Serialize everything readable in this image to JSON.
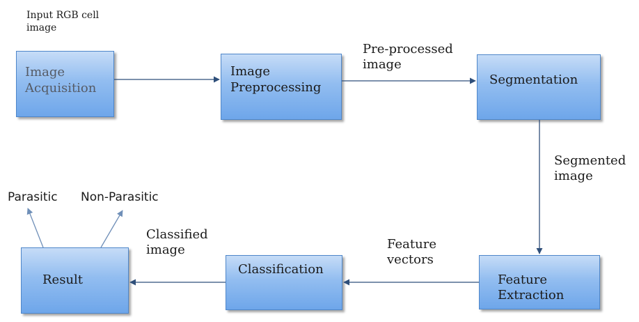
{
  "input_label": "Input RGB cell image",
  "nodes": {
    "image_acquisition": {
      "line1": "Image",
      "line2": "Acquisition"
    },
    "image_preprocessing": {
      "line1": "Image",
      "line2": "Preprocessing"
    },
    "segmentation": {
      "label": "Segmentation"
    },
    "feature_extraction": {
      "line1": "Feature",
      "line2": "Extraction"
    },
    "classification": {
      "label": "Classification"
    },
    "result": {
      "label": "Result"
    }
  },
  "edge_labels": {
    "preprocessed_image": {
      "line1": "Pre-processed",
      "line2": "image"
    },
    "segmented_image": {
      "line1": "Segmented",
      "line2": "image"
    },
    "feature_vectors": {
      "line1": "Feature",
      "line2": "vectors"
    },
    "classified_image": {
      "line1": "Classified",
      "line2": "image"
    }
  },
  "outputs": {
    "parasitic": "Parasitic",
    "non_parasitic": "Non-Parasitic"
  },
  "colors": {
    "box_top": "#c6dcf7",
    "box_bottom": "#6ea6ea",
    "box_border": "#4e86c9",
    "arrow": "#2f4f7a",
    "output_arrow": "#6f8fb8",
    "acquisition_text": "#555b66"
  }
}
